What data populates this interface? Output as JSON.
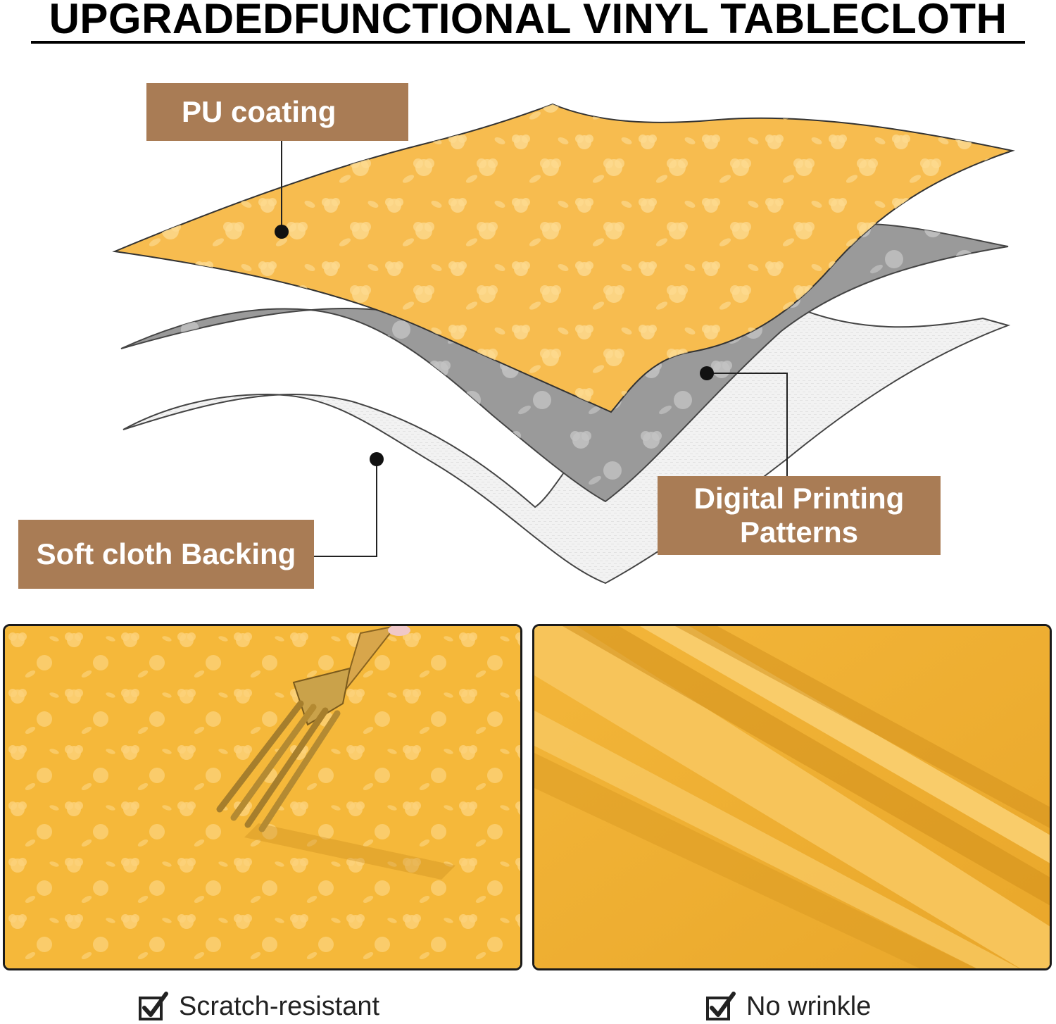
{
  "title": "UPGRADEDFUNCTIONAL VINYL TABLECLOTH",
  "layers": {
    "top": {
      "label": "PU coating",
      "color": "#f7bc4f",
      "pattern_color": "#fcd98e"
    },
    "middle": {
      "label_line1": "Digital Printing",
      "label_line2": "Patterns",
      "color": "#9a9a9a",
      "pattern_color": "#c3c3c3"
    },
    "bottom": {
      "label": "Soft cloth Backing",
      "color": "#f1f1f1"
    },
    "label_color": "#a97c55"
  },
  "features": [
    {
      "caption": "Scratch-resistant",
      "icon": "checkbox-checked-icon",
      "photo": "fork-on-tablecloth"
    },
    {
      "caption": "No wrinkle",
      "icon": "checkbox-checked-icon",
      "photo": "folded-tablecloth"
    }
  ]
}
